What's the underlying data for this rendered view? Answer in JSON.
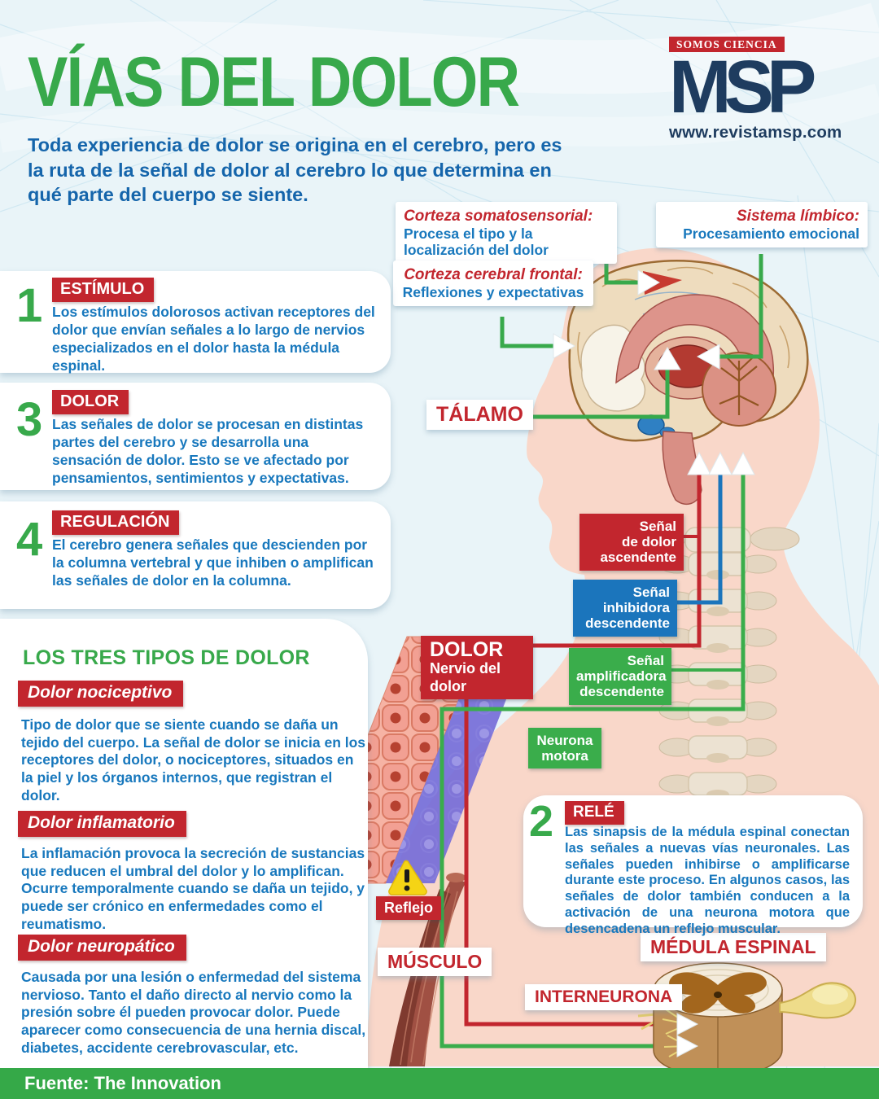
{
  "header": {
    "title": "VÍAS DEL DOLOR",
    "logo": {
      "tagline": "SOMOS CIENCIA",
      "name": "MSP",
      "url": "www.revistamsp.com"
    },
    "intro": "Toda experiencia de dolor se origina en el cerebro, pero es la ruta de la señal de dolor al cerebro lo que determina en qué parte del cuerpo se siente."
  },
  "steps": [
    {
      "num": "1",
      "badge": "ESTÍMULO",
      "text": "Los estímulos dolorosos activan receptores del dolor que envían señales a lo largo de nervios especializados en el dolor hasta la médula espinal."
    },
    {
      "num": "3",
      "badge": "DOLOR",
      "text": "Las señales de dolor se procesan en distintas partes del cerebro y se desarrolla una sensación de dolor. Esto se ve afectado por pensamientos, sentimientos y expectativas."
    },
    {
      "num": "4",
      "badge": "REGULACIÓN",
      "text": "El cerebro genera señales que descienden por la columna vertebral y que inhiben o amplifican las señales de dolor en la columna."
    },
    {
      "num": "2",
      "badge": "RELÉ",
      "text": "Las sinapsis de la médula espinal conectan las señales a nuevas vías neuronales. Las señales pueden inhibirse o amplificarse durante este proceso. En algunos casos, las señales de dolor también conducen a la activación de una neurona motora que desencadena un reflejo muscular."
    }
  ],
  "brain_labels": {
    "somatosensorial": {
      "title": "Corteza somatosensorial:",
      "desc": "Procesa el tipo y la localización del dolor"
    },
    "limbico": {
      "title": "Sistema límbico:",
      "desc": "Procesamiento emocional"
    },
    "frontal": {
      "title": "Corteza cerebral frontal:",
      "desc": "Reflexiones y expectativas"
    }
  },
  "anatomy": {
    "talamo": "TÁLAMO",
    "dolor_title": "DOLOR",
    "dolor_sub": "Nervio del dolor",
    "medula": "MÉDULA ESPINAL",
    "musculo": "MÚSCULO",
    "interneurona": "INTERNEURONA",
    "reflejo": "Reflejo",
    "warning": "!"
  },
  "signals": {
    "ascendente": "Señal\nde dolor\nascendente",
    "inhibidora": "Señal\ninhibidora\ndescendente",
    "amplificadora": "Señal\namplificadora\ndescendente",
    "neurona_motora": "Neurona\nmotora"
  },
  "pain_types": {
    "heading": "LOS TRES TIPOS DE DOLOR",
    "items": [
      {
        "badge": "Dolor nociceptivo",
        "text": "Tipo de dolor que se siente cuando se daña un tejido del cuerpo. La señal de dolor se inicia en los receptores del dolor, o nociceptores, situados en la piel y los órganos internos, que registran el dolor."
      },
      {
        "badge": "Dolor inflamatorio",
        "text": "La inflamación provoca la secreción de sustancias que reducen el umbral del dolor y lo amplifican. Ocurre temporalmente cuando se daña un tejido, y puede ser crónico en enfermedades como el reumatismo."
      },
      {
        "badge": "Dolor neuropático",
        "text": "Causada por una lesión o enfermedad del sistema nervioso. Tanto el daño directo al nervio como la presión sobre él pueden provocar dolor. Puede aparecer como consecuencia de una hernia discal, diabetes, accidente cerebrovascular, etc."
      }
    ]
  },
  "footer": {
    "source": "Fuente: The Innovation"
  },
  "colors": {
    "green": "#38a94b",
    "red": "#c2262e",
    "blue": "#1878bd",
    "line_blue": "#1b75bc",
    "navy": "#1e3c5f",
    "skin": "#f9d7c9",
    "background": "#e9f4f8",
    "footer_green": "#35a948"
  }
}
